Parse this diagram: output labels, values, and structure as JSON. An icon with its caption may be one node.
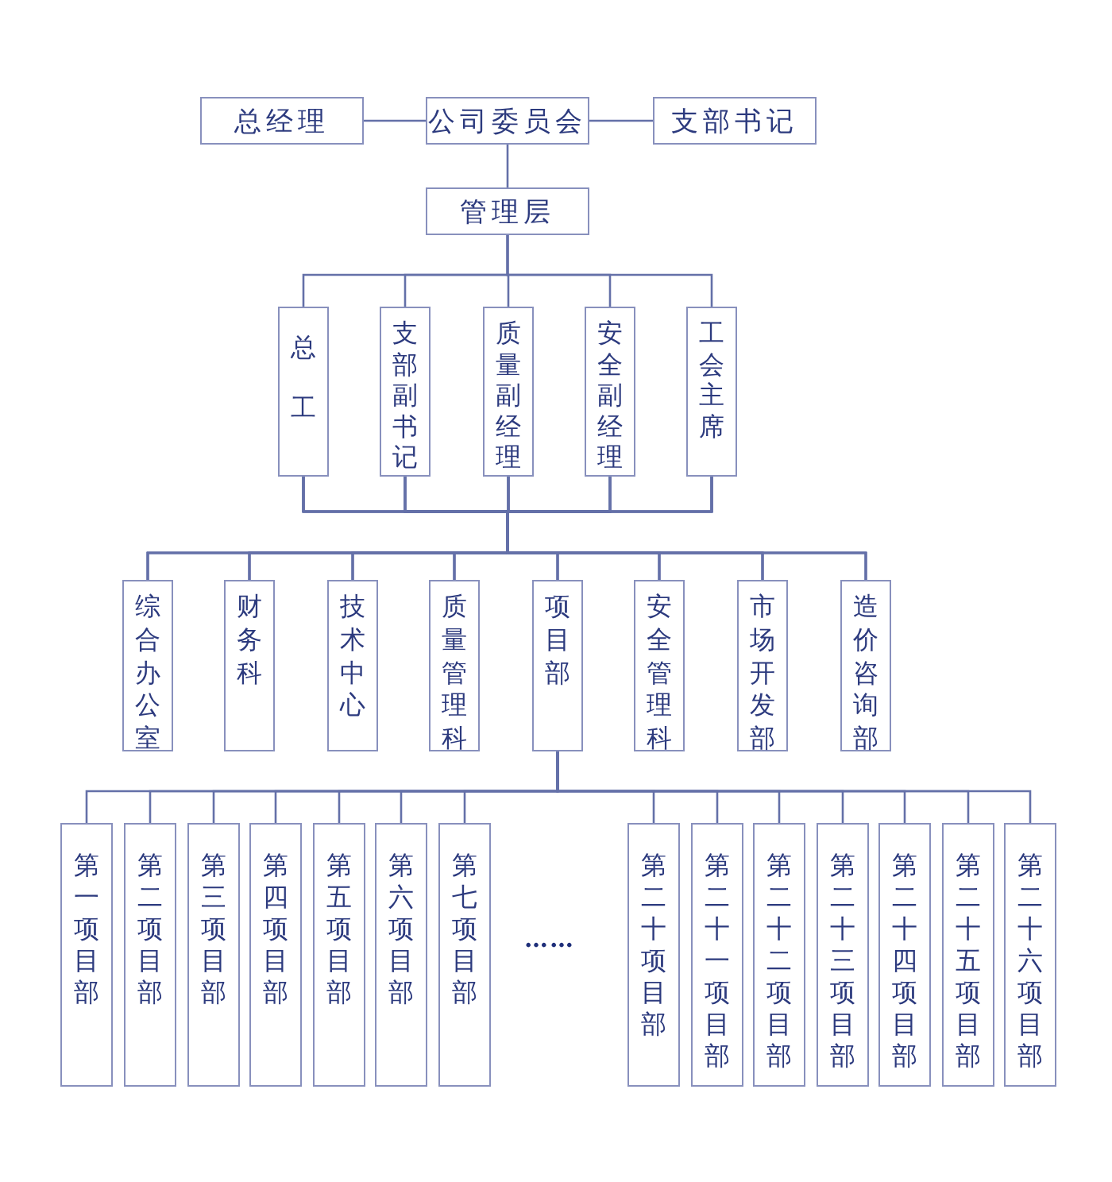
{
  "diagram": {
    "nodes": [
      {
        "text": [
          "总经理"
        ]
      },
      {
        "text": [
          "公司委员会"
        ]
      },
      {
        "text": [
          "支部书记"
        ]
      },
      {
        "text": [
          "管理层"
        ]
      },
      {
        "text": [
          "总工"
        ]
      },
      {
        "text": [
          "支部副书记"
        ]
      },
      {
        "text": [
          "质量副经理"
        ]
      },
      {
        "text": [
          "安全副经理"
        ]
      },
      {
        "text": [
          "工会主席"
        ]
      },
      {
        "text": [
          "综合办公室"
        ]
      },
      {
        "text": [
          "财务科"
        ]
      },
      {
        "text": [
          "技术中心"
        ]
      },
      {
        "text": [
          "质量管理科"
        ]
      },
      {
        "text": [
          "项目部"
        ]
      },
      {
        "text": [
          "安全管理科"
        ]
      },
      {
        "text": [
          "市场开发部"
        ]
      },
      {
        "text": [
          "造价咨询部"
        ]
      },
      {
        "text": [
          "第一项目部"
        ]
      },
      {
        "text": [
          "第二项目部"
        ]
      },
      {
        "text": [
          "第三项目部"
        ]
      },
      {
        "text": [
          "第四项目部"
        ]
      },
      {
        "text": [
          "第五项目部"
        ]
      },
      {
        "text": [
          "第六项目部"
        ]
      },
      {
        "text": [
          "第七项目部"
        ]
      },
      {
        "text": [
          "第二十项目部"
        ]
      },
      {
        "text": [
          "第二十一项目部"
        ]
      },
      {
        "text": [
          "第二十二项目部"
        ]
      },
      {
        "text": [
          "第二十三项目部"
        ]
      },
      {
        "text": [
          "第二十四项目部"
        ]
      },
      {
        "text": [
          "第二十五项目部"
        ]
      },
      {
        "text": [
          "第二十六项目部"
        ]
      }
    ],
    "edges": [
      {
        "from": 0,
        "to": 1,
        "arrow": "none"
      },
      {
        "from": 1,
        "to": 2,
        "arrow": "none"
      },
      {
        "from": 1,
        "to": 3,
        "arrow": "none"
      },
      {
        "from": 3,
        "to": 4,
        "arrow": "none"
      },
      {
        "from": 3,
        "to": 5,
        "arrow": "none"
      },
      {
        "from": 3,
        "to": 6,
        "arrow": "none"
      },
      {
        "from": 3,
        "to": 7,
        "arrow": "none"
      },
      {
        "from": 3,
        "to": 8,
        "arrow": "none"
      },
      {
        "from": 4,
        "to": 9,
        "arrow": "none"
      },
      {
        "from": 4,
        "to": 10,
        "arrow": "none"
      },
      {
        "from": 4,
        "to": 11,
        "arrow": "none"
      },
      {
        "from": 4,
        "to": 12,
        "arrow": "none"
      },
      {
        "from": 4,
        "to": 13,
        "arrow": "none"
      },
      {
        "from": 4,
        "to": 14,
        "arrow": "none"
      },
      {
        "from": 4,
        "to": 15,
        "arrow": "none"
      },
      {
        "from": 4,
        "to": 16,
        "arrow": "none"
      },
      {
        "from": 5,
        "to": 9,
        "arrow": "none"
      },
      {
        "from": 5,
        "to": 10,
        "arrow": "none"
      },
      {
        "from": 5,
        "to": 11,
        "arrow": "none"
      },
      {
        "from": 5,
        "to": 12,
        "arrow": "none"
      },
      {
        "from": 5,
        "to": 13,
        "arrow": "none"
      },
      {
        "from": 5,
        "to": 14,
        "arrow": "none"
      },
      {
        "from": 5,
        "to": 15,
        "arrow": "none"
      },
      {
        "from": 5,
        "to": 16,
        "arrow": "none"
      },
      {
        "from": 6,
        "to": 9,
        "arrow": "none"
      },
      {
        "from": 6,
        "to": 10,
        "arrow": "none"
      },
      {
        "from": 6,
        "to": 11,
        "arrow": "none"
      },
      {
        "from": 6,
        "to": 12,
        "arrow": "none"
      },
      {
        "from": 6,
        "to": 13,
        "arrow": "none"
      },
      {
        "from": 6,
        "to": 14,
        "arrow": "none"
      },
      {
        "from": 6,
        "to": 15,
        "arrow": "none"
      },
      {
        "from": 6,
        "to": 16,
        "arrow": "none"
      },
      {
        "from": 7,
        "to": 9,
        "arrow": "none"
      },
      {
        "from": 7,
        "to": 10,
        "arrow": "none"
      },
      {
        "from": 7,
        "to": 11,
        "arrow": "none"
      },
      {
        "from": 7,
        "to": 12,
        "arrow": "none"
      },
      {
        "from": 7,
        "to": 13,
        "arrow": "none"
      },
      {
        "from": 7,
        "to": 14,
        "arrow": "none"
      },
      {
        "from": 7,
        "to": 15,
        "arrow": "none"
      },
      {
        "from": 7,
        "to": 16,
        "arrow": "none"
      },
      {
        "from": 8,
        "to": 9,
        "arrow": "none"
      },
      {
        "from": 8,
        "to": 10,
        "arrow": "none"
      },
      {
        "from": 8,
        "to": 11,
        "arrow": "none"
      },
      {
        "from": 8,
        "to": 12,
        "arrow": "none"
      },
      {
        "from": 8,
        "to": 13,
        "arrow": "none"
      },
      {
        "from": 8,
        "to": 14,
        "arrow": "none"
      },
      {
        "from": 8,
        "to": 15,
        "arrow": "none"
      },
      {
        "from": 8,
        "to": 16,
        "arrow": "none"
      },
      {
        "from": 13,
        "to": 17,
        "arrow": "none"
      },
      {
        "from": 13,
        "to": 18,
        "arrow": "none"
      },
      {
        "from": 13,
        "to": 19,
        "arrow": "none"
      },
      {
        "from": 13,
        "to": 20,
        "arrow": "none"
      },
      {
        "from": 13,
        "to": 21,
        "arrow": "none"
      },
      {
        "from": 13,
        "to": 22,
        "arrow": "none"
      },
      {
        "from": 13,
        "to": 23,
        "arrow": "none"
      },
      {
        "from": 13,
        "to": 24,
        "arrow": "none"
      },
      {
        "from": 13,
        "to": 25,
        "arrow": "none"
      },
      {
        "from": 13,
        "to": 26,
        "arrow": "none"
      },
      {
        "from": 13,
        "to": 27,
        "arrow": "none"
      },
      {
        "from": 13,
        "to": 28,
        "arrow": "none"
      },
      {
        "from": 13,
        "to": 29,
        "arrow": "none"
      },
      {
        "from": 13,
        "to": 30,
        "arrow": "none"
      }
    ],
    "labels": [
      "……"
    ]
  }
}
